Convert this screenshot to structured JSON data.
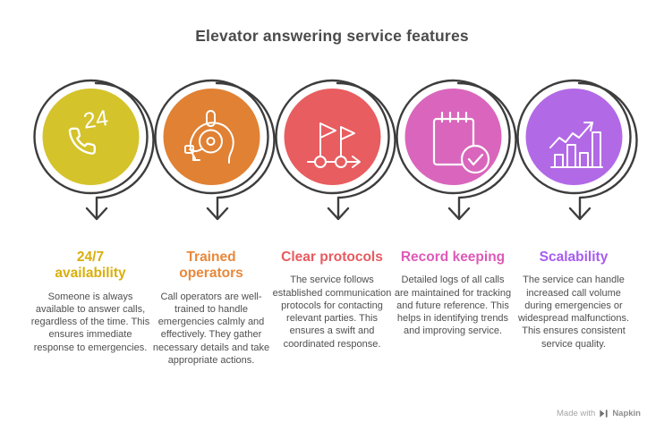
{
  "header": {
    "title": "Elevator answering service features"
  },
  "features": [
    {
      "title": "24/7\navailability",
      "description": "Someone is always available to answer calls, regardless of the time. This ensures immediate response to emergencies.",
      "accent": "#d9af0b",
      "circle_color": "#d4c32b",
      "icon": "phone-24-icon",
      "icon_label": "24"
    },
    {
      "title": "Trained\noperators",
      "description": "Call operators are well-trained to handle emergencies calmly and effectively. They gather necessary details and take appropriate actions.",
      "accent": "#e8883a",
      "circle_color": "#e08134",
      "icon": "headset-operator-icon"
    },
    {
      "title": "Clear protocols",
      "description": "The service follows established communication protocols for contacting relevant parties. This ensures a swift and coordinated response.",
      "accent": "#e85a5f",
      "circle_color": "#e85d60",
      "icon": "milestone-flags-icon"
    },
    {
      "title": "Record keeping",
      "description": "Detailed logs of all calls are maintained for tracking and future reference. This helps in identifying trends and improving service.",
      "accent": "#dd5ab8",
      "circle_color": "#d966bc",
      "icon": "notepad-check-icon"
    },
    {
      "title": "Scalability",
      "description": "The service can handle increased call volume during emergencies or widespread malfunctions. This ensures consistent service quality.",
      "accent": "#a75cf0",
      "circle_color": "#b269e6",
      "icon": "growth-chart-icon"
    }
  ],
  "watermark": {
    "made_with": "Made with",
    "brand": "Napkin"
  },
  "colors": {
    "ring_arrow": "#3d3d3d",
    "heading_text": "#4b4b4b",
    "body_text": "#4f4f4f",
    "icon_stroke": "#ffffff",
    "background": "#ffffff"
  }
}
